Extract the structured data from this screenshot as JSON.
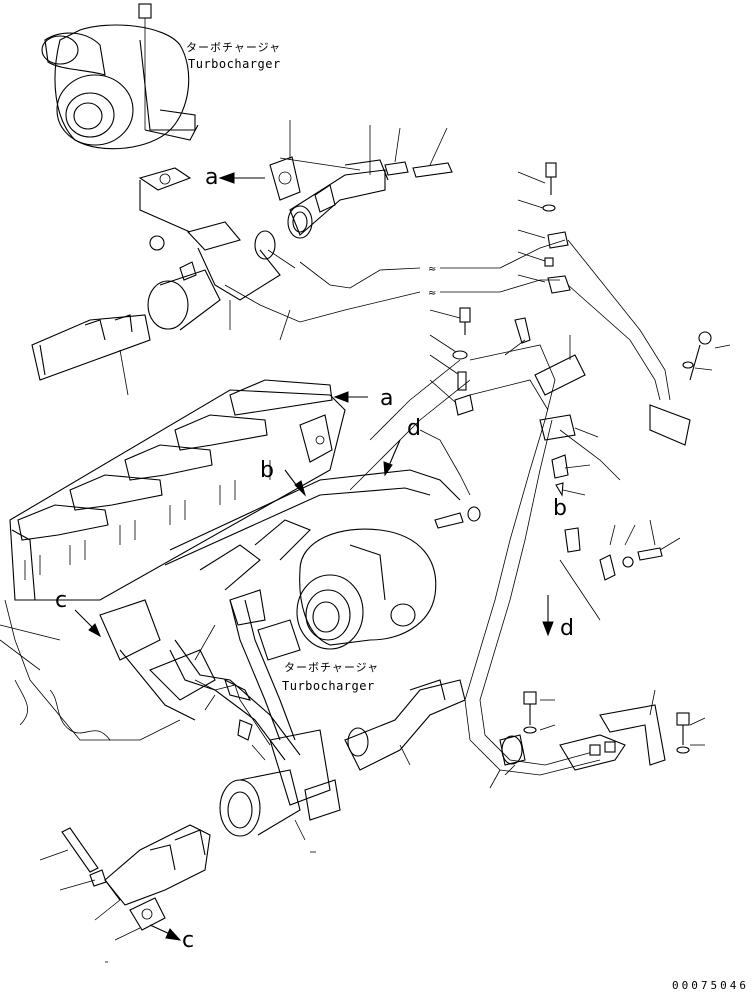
{
  "labels": {
    "turbo_top_jp": "ターボチャージャ",
    "turbo_top_en": "Turbocharger",
    "turbo_mid_jp": "ターボチャージャ",
    "turbo_mid_en": "Turbocharger",
    "ref_a_1": "a",
    "ref_a_2": "a",
    "ref_b_1": "b",
    "ref_b_2": "b",
    "ref_c_1": "c",
    "ref_c_2": "c",
    "ref_d_1": "d",
    "ref_d_2": "d",
    "drawing_number": "00075046"
  }
}
